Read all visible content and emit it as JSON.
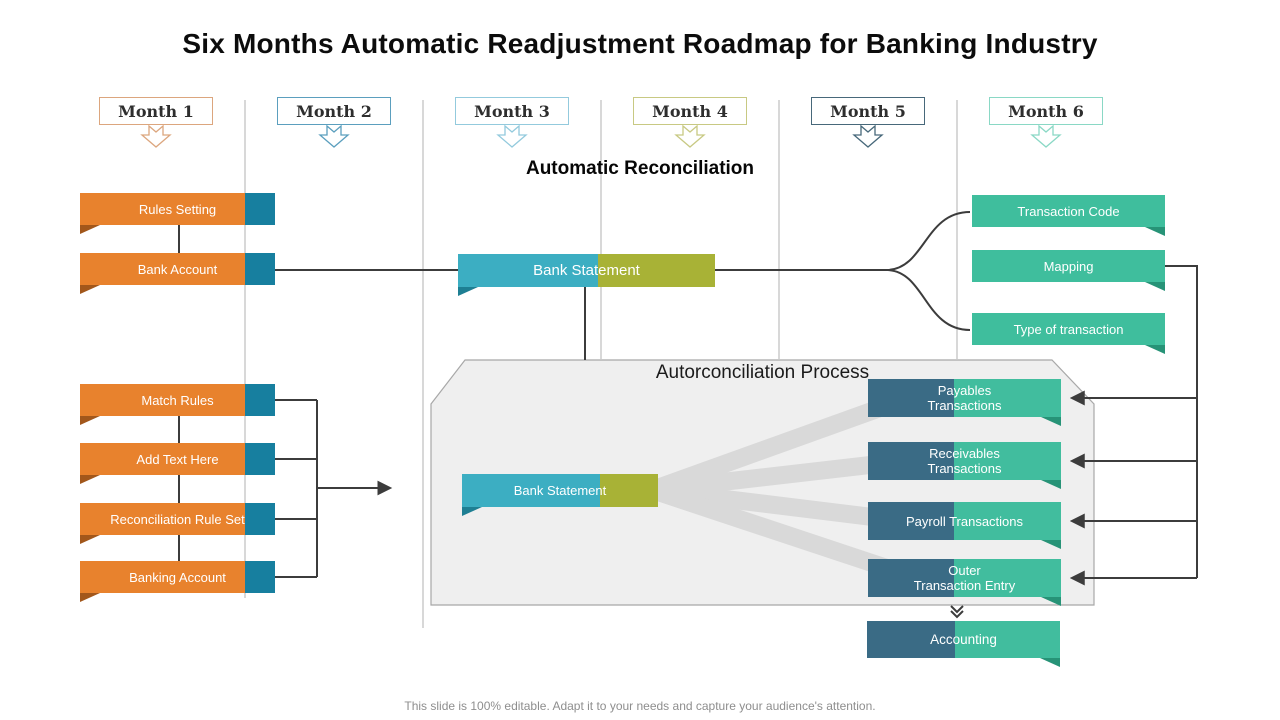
{
  "header": {
    "title": "Six Months Automatic Readjustment Roadmap for Banking Industry"
  },
  "months": [
    {
      "label": "Month 1",
      "color": "#DCA67E"
    },
    {
      "label": "Month 2",
      "color": "#5B9FBE"
    },
    {
      "label": "Month 3",
      "color": "#93CADD"
    },
    {
      "label": "Month 4",
      "color": "#C8C983"
    },
    {
      "label": "Month 5",
      "color": "#47687A"
    },
    {
      "label": "Month 6",
      "color": "#8AD8C5"
    }
  ],
  "reconciliation": {
    "heading": "Automatic Reconciliation",
    "rules_setting": "Rules Setting",
    "bank_account": "Bank Account",
    "bank_statement": "Bank Statement",
    "transaction_code": "Transaction Code",
    "mapping": "Mapping",
    "type_of_transaction": "Type of transaction"
  },
  "matching": {
    "match_rules": "Match Rules",
    "add_text_here": "Add Text Here",
    "reconciliation_rule_set": "Reconciliation Rule Set",
    "banking_account": "Banking Account"
  },
  "process": {
    "title": "Autorconciliation Process",
    "bank_statement": "Bank Statement",
    "targets": [
      {
        "line1": "Payables",
        "line2": "Transactions"
      },
      {
        "line1": "Receivables",
        "line2": "Transactions"
      },
      {
        "line1": "Payroll Transactions",
        "line2": ""
      },
      {
        "line1": "Outer",
        "line2": "Transaction Entry"
      }
    ],
    "accounting": "Accounting"
  },
  "footer": {
    "note": "This slide is 100% editable. Adapt it to your needs and capture your audience's attention."
  },
  "colors": {
    "orange": "#E8822D",
    "orange_fold": "#A2571B",
    "teal_cap": "#177F9F",
    "teal_green": "#3FBE9D",
    "green_fold": "#279377",
    "slate_blue": "#3A6B85",
    "cyan": "#3CAEC2",
    "cyan_fold": "#1E7F93",
    "olive": "#A8B236",
    "beam_gray": "#D9D9D9",
    "container_fill": "#EFEFEF",
    "container_border": "#A8A8A8",
    "line_dark": "#3C3C3C",
    "divider_gray": "#BDBDBD"
  }
}
